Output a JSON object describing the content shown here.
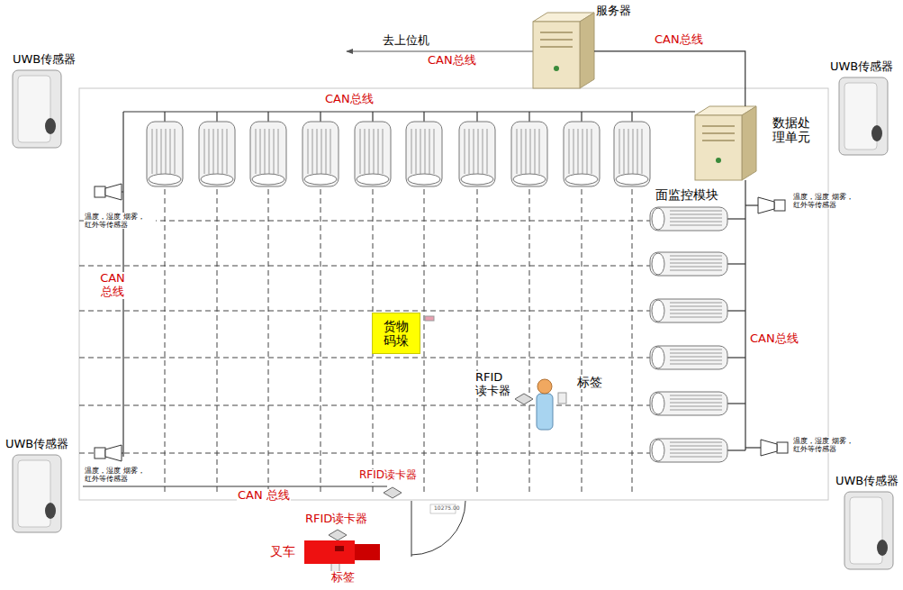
{
  "diagram": {
    "nodes": [
      {
        "text": [
          "UWB传感器"
        ]
      },
      {
        "text": [
          "服务器"
        ]
      },
      {
        "text": [
          "UWB传感器"
        ]
      },
      {
        "text": [
          "数据处理单元"
        ]
      },
      {
        "text": [
          "货物码垛"
        ]
      },
      {
        "text": [
          "UWB传感器"
        ]
      },
      {
        "text": [
          "UWB传感器"
        ]
      },
      {
        "text": [
          "叉车"
        ]
      }
    ],
    "edges": [
      {
        "from": 1,
        "to": 3,
        "arrow": "none",
        "label": "CAN总线"
      }
    ],
    "labels": [
      "去上位机",
      "CAN总线",
      "CAN总线",
      "CAN 总线",
      "面监控模块",
      "CAN总线",
      "温度，湿度 烟雾，红外等传感器",
      "温度，湿度 烟雾，红外等传感器",
      "RFID 读卡器",
      "标签",
      "温度，湿度 烟雾，红外等传感器",
      "温度，湿度 烟雾，红外等传感器",
      "RFID读卡器",
      "CAN 总线",
      "10275.00",
      "RFID读卡器",
      "标签"
    ]
  }
}
